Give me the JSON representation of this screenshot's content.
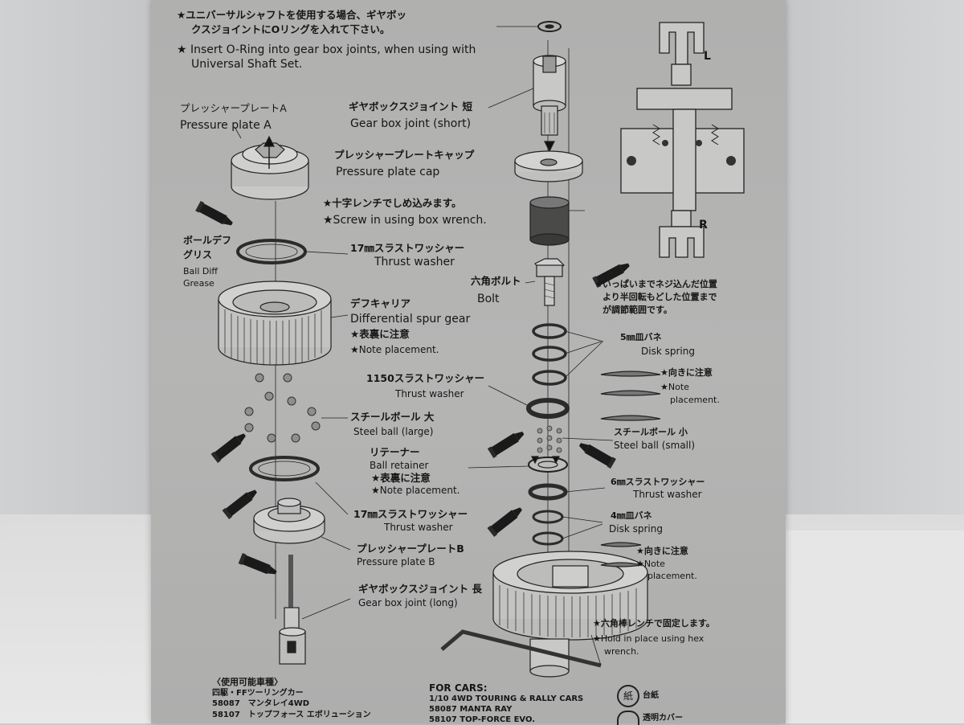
{
  "notes": {
    "oring_jp_1": "★ユニバーサルシャフトを使用する場合、ギヤボッ",
    "oring_jp_2": "クスジョイントにOリングを入れて下さい。",
    "oring_en_1": "★ Insert O-Ring into gear box joints, when using with",
    "oring_en_2": "Universal Shaft Set."
  },
  "left": {
    "pressure_plate_a_jp": "プレッシャープレートA",
    "pressure_plate_a_en": "Pressure plate A",
    "grease_jp_1": "ボールデフ",
    "grease_jp_2": "グリス",
    "grease_en_1": "Ball Diff",
    "grease_en_2": "Grease",
    "thrust_17_jp": "17㎜スラストワッシャー",
    "thrust_17_en": "Thrust washer",
    "diff_carrier_jp": "デフキャリア",
    "diff_carrier_en": "Differential spur gear",
    "note_jp": "★表裏に注意",
    "note_en": "★Note placement.",
    "steel_ball_large_jp": "スチールボール 大",
    "steel_ball_large_en": "Steel ball (large)",
    "thrust_17b_jp": "17㎜スラストワッシャー",
    "thrust_17b_en": "Thrust washer",
    "pressure_plate_b_jp": "プレッシャープレートB",
    "pressure_plate_b_en": "Pressure plate B",
    "gear_joint_long_jp": "ギヤボックスジョイント 長",
    "gear_joint_long_en": "Gear box joint (long)"
  },
  "center": {
    "gear_joint_short_jp": "ギヤボックスジョイント 短",
    "gear_joint_short_en": "Gear box joint (short)",
    "plate_cap_jp": "プレッシャープレートキャップ",
    "plate_cap_en": "Pressure plate cap",
    "screw_jp": "★十字レンチでしめ込みます。",
    "screw_en": "★Screw in using box wrench.",
    "bolt_jp": "六角ボルト",
    "bolt_en": "Bolt",
    "thrust_1150_jp": "1150スラストワッシャー",
    "thrust_1150_en": "Thrust washer",
    "retainer_jp": "リテーナー",
    "retainer_en": "Ball retainer",
    "retainer_note_jp": "★表裏に注意",
    "retainer_note_en": "★Note placement."
  },
  "right": {
    "adjust_jp_1": "★いっぱいまでネジ込んだ位置",
    "adjust_jp_2": "より半回転もどした位置まで",
    "adjust_jp_3": "が調節範囲です。",
    "disk5_jp": "5㎜皿バネ",
    "disk5_en": "Disk spring",
    "orient_jp": "★向きに注意",
    "orient_en_1": "★Note",
    "orient_en_2": "placement.",
    "steel_small_jp": "スチールボール 小",
    "steel_small_en": "Steel ball (small)",
    "thrust6_jp": "6㎜スラストワッシャー",
    "thrust6_en": "Thrust washer",
    "disk4_jp": "4㎜皿バネ",
    "disk4_en": "Disk spring",
    "orient2_jp": "★向きに注意",
    "orient2_en_1": "★Note",
    "orient2_en_2": "placement.",
    "hex_jp": "★六角棒レンチで固定します。",
    "hex_en_1": "★Hold in place using hex",
    "hex_en_2": "wrench.",
    "label_l": "L",
    "label_r": "R"
  },
  "footer": {
    "cars_jp_head": "〈使用可能車種〉",
    "cars_jp_1": "四駆・FFツーリングカー",
    "cars_jp_2": "58087　マンタレイ4WD",
    "cars_jp_3": "58107　トップフォース エボリューション",
    "cars_en_head": "FOR CARS:",
    "cars_en_1": "1/10 4WD TOURING & RALLY CARS",
    "cars_en_2": "58087 MANTA RAY",
    "cars_en_3": "58107 TOP-FORCE EVO.",
    "recycle_1": "紙",
    "recycle_1_label": "台紙",
    "recycle_2_label": "透明カバー"
  },
  "colors": {
    "paper": "#b3b3b2",
    "ink": "#161616",
    "grease_tube": "#1a1a1a"
  }
}
